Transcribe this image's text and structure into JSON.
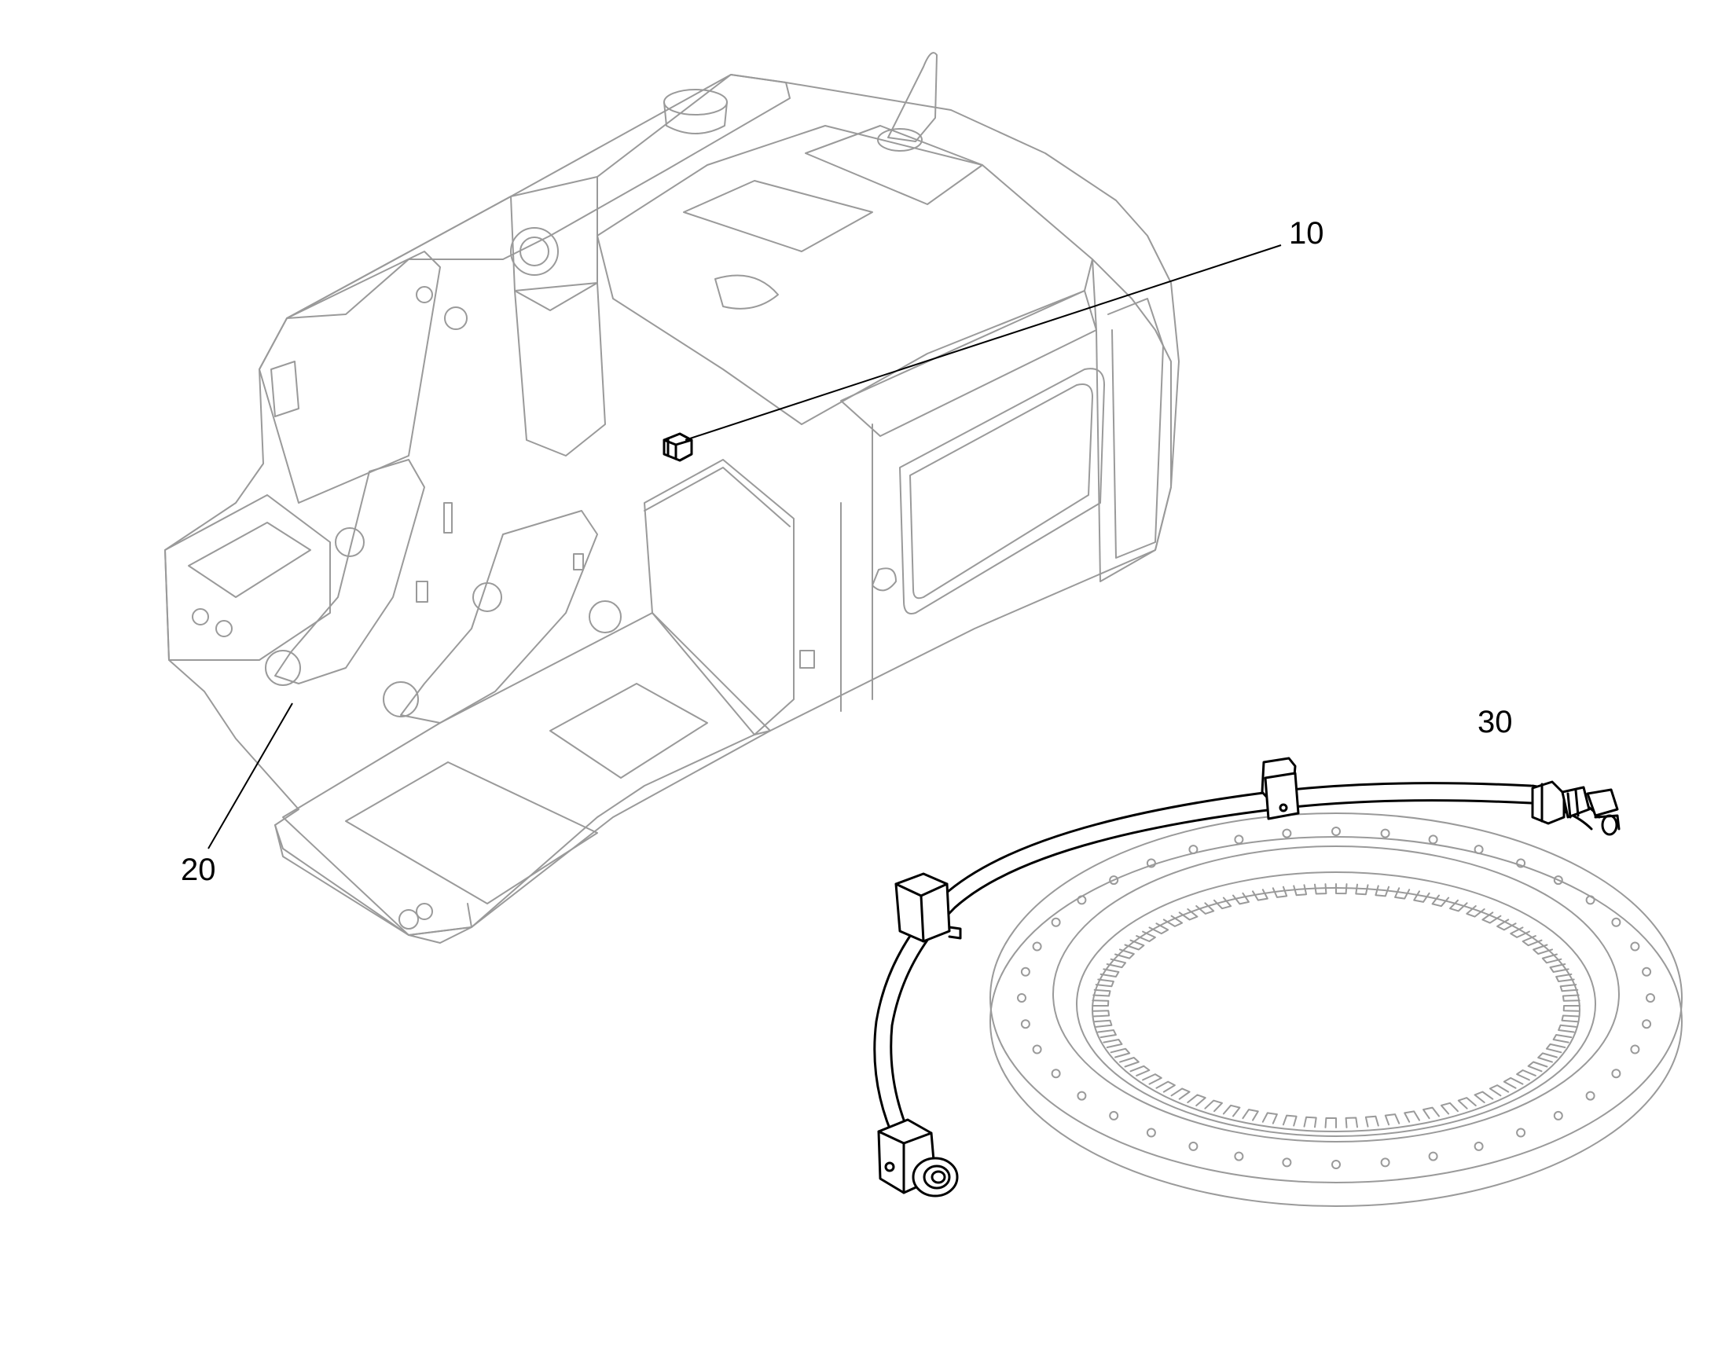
{
  "callouts": [
    {
      "id": "callout-10",
      "label": "10"
    },
    {
      "id": "callout-20",
      "label": "20"
    },
    {
      "id": "callout-30",
      "label": "30"
    }
  ],
  "colors": {
    "background": "#ffffff",
    "ghost_lines": "#9a9a9a",
    "highlight_lines": "#000000"
  },
  "icons": {
    "upper_frame": "excavator-upper-frame-icon",
    "slewing_ring": "slewing-ring-gear-icon",
    "sensor": "sensor-bracket-icon",
    "hose": "grease-hose-icon"
  }
}
